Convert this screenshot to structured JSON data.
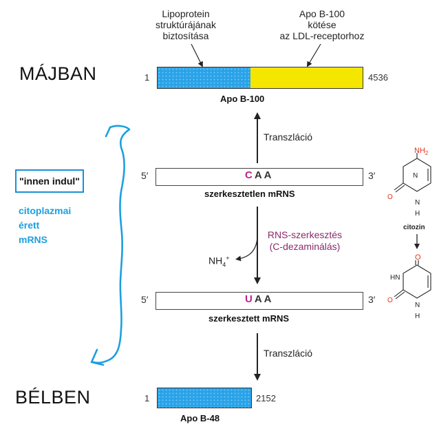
{
  "regions": {
    "liver": "MÁJBAN",
    "intestine": "BÉLBEN"
  },
  "annotations": {
    "lipoprotein": [
      "Lipoprotein",
      "struktúrájának",
      "biztosítása"
    ],
    "ldl": [
      "Apo B-100",
      "kötése",
      "az LDL-receptorhoz"
    ]
  },
  "apob100": {
    "start": "1",
    "end": "4536",
    "label": "Apo B-100"
  },
  "apob48": {
    "start": "1",
    "end": "2152",
    "label": "Apo B-48"
  },
  "translation_label": "Transzláció",
  "unedited": {
    "five": "5′",
    "three": "3′",
    "codon_first": "C",
    "codon_rest": "AA",
    "label": "szerkesztetlen mRNS"
  },
  "edited": {
    "five": "5′",
    "three": "3′",
    "codon_first": "U",
    "codon_rest": "AA",
    "label": "szerkesztett mRNS"
  },
  "editing": {
    "line1": "RNS-szerkesztés",
    "line2": "(C-dezaminálás)",
    "byproduct": "NH4+"
  },
  "handwritten": {
    "start_box": "\"innen indul\"",
    "note": [
      "citoplazmai",
      "érett",
      "mRNS"
    ]
  },
  "molecules": {
    "label": "citozin",
    "nh2": "NH2",
    "o": "O",
    "n": "N",
    "hn": "HN",
    "h": "H",
    "nh": "NH"
  },
  "colors": {
    "blue_bar": "#2aa3e8",
    "yellow_bar": "#f5e600",
    "codon": "#c0208a",
    "editing_text": "#8b2a6b",
    "handwritten": "#1a9fdf",
    "oxygen": "#e0321e"
  }
}
